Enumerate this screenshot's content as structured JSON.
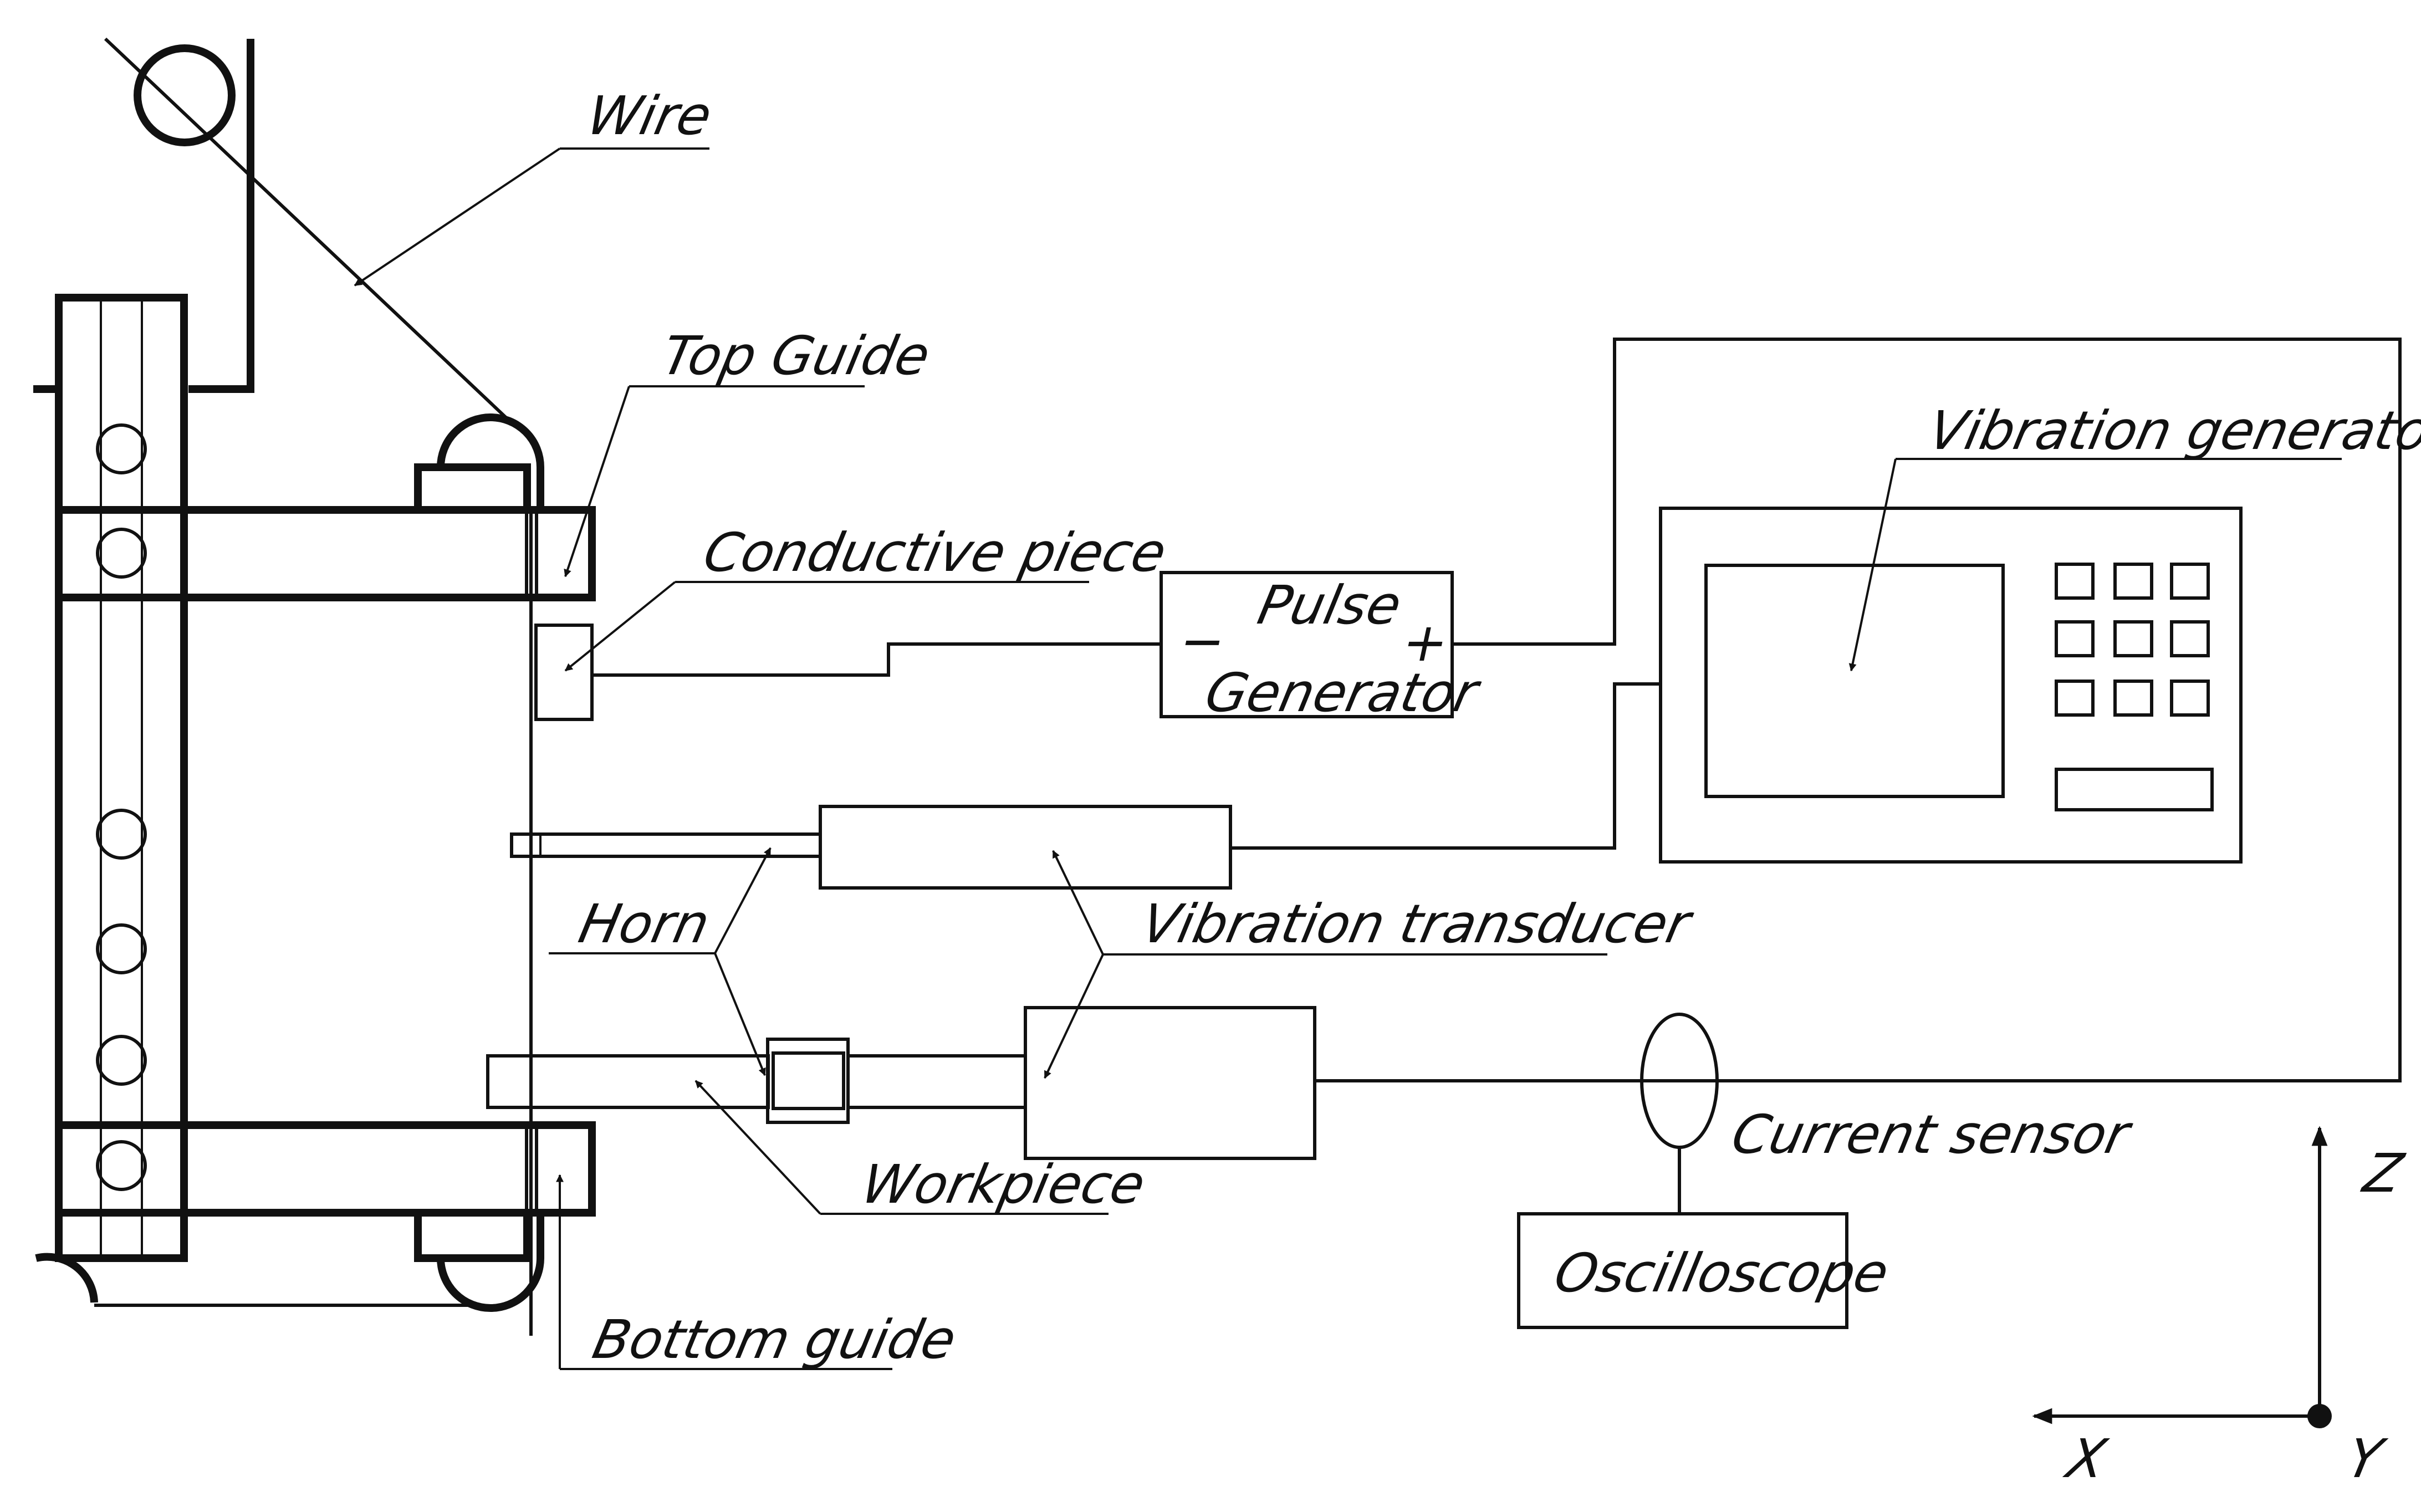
{
  "labels": {
    "wire": "Wire",
    "top_guide": "Top Guide",
    "conductive_piece": "Conductive piece",
    "pulse": "Pulse",
    "generator": "Generator",
    "pulse_minus": "−",
    "pulse_plus": "+",
    "vibration_generator": "Vibration generator",
    "horn": "Horn",
    "vibration_transducer": "Vibration transducer",
    "workpiece": "Workpiece",
    "current_sensor": "Current sensor",
    "oscilloscope": "Oscilloscope",
    "bottom_guide": "Bottom guide"
  },
  "axes": {
    "z": "Z",
    "x": "X",
    "y": "Y"
  }
}
